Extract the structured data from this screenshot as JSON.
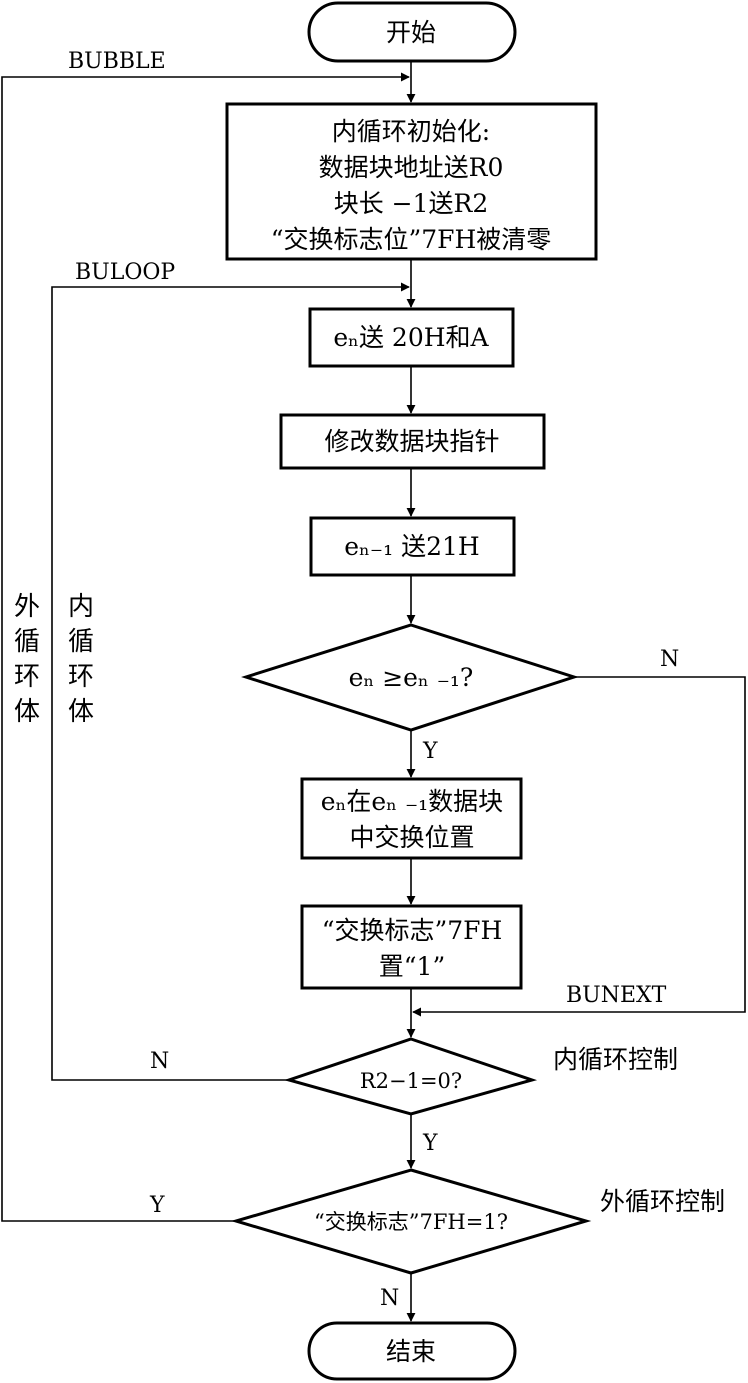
{
  "nodes": {
    "start": {
      "text": "开始"
    },
    "init": {
      "lines": [
        "内循环初始化:",
        "数据块地址送R0",
        "块长 −1送R2",
        "“交换标志位”7FH被清零"
      ]
    },
    "send_en": {
      "text": "eₙ送 20H和A"
    },
    "modify_ptr": {
      "text": "修改数据块指针"
    },
    "send_en1": {
      "text": "eₙ₋₁ 送21H"
    },
    "compare": {
      "text": "eₙ ≥eₙ ₋₁?"
    },
    "swap": {
      "lines": [
        "eₙ在eₙ ₋₁数据块",
        "中交换位置"
      ]
    },
    "set_flag": {
      "lines": [
        "“交换标志”7FH",
        "置“1”"
      ]
    },
    "inner_check": {
      "text": "R2−1=0?"
    },
    "outer_check": {
      "text": "“交换标志”7FH=1?"
    },
    "end": {
      "text": "结束"
    }
  },
  "labels": {
    "bubble": "BUBBLE",
    "buloop": "BULOOP",
    "bunext": "BUNEXT",
    "compare_no": "N",
    "compare_yes": "Y",
    "inner_no": "N",
    "inner_yes": "Y",
    "outer_yes": "Y",
    "outer_no": "N",
    "inner_control": "内循环控制",
    "outer_control": "外循环控制"
  },
  "side_labels": {
    "outer_body": [
      "外",
      "循",
      "环",
      "体"
    ],
    "inner_body": [
      "内",
      "循",
      "环",
      "体"
    ]
  }
}
